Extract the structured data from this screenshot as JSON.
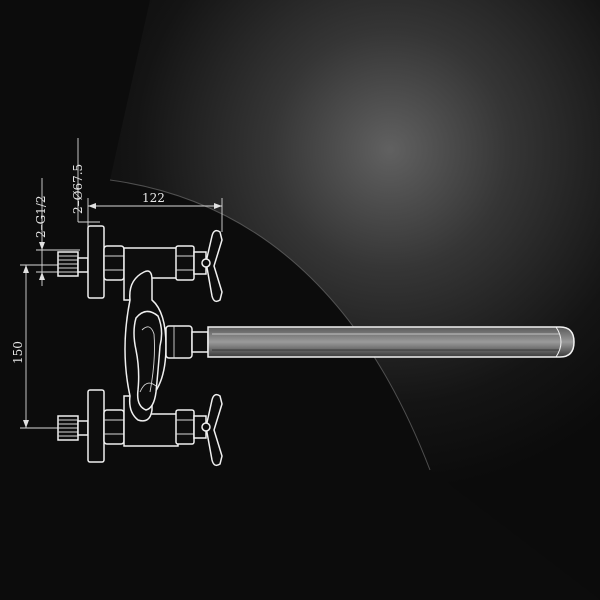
{
  "drawing": {
    "dimensions": {
      "width_label": "122",
      "spacing_label": "150",
      "thread_label": "2–G1/2",
      "flange_label": "2–Ø67.5"
    },
    "colors": {
      "background": "#0c0c0c",
      "line": "#e8e8e8"
    }
  }
}
